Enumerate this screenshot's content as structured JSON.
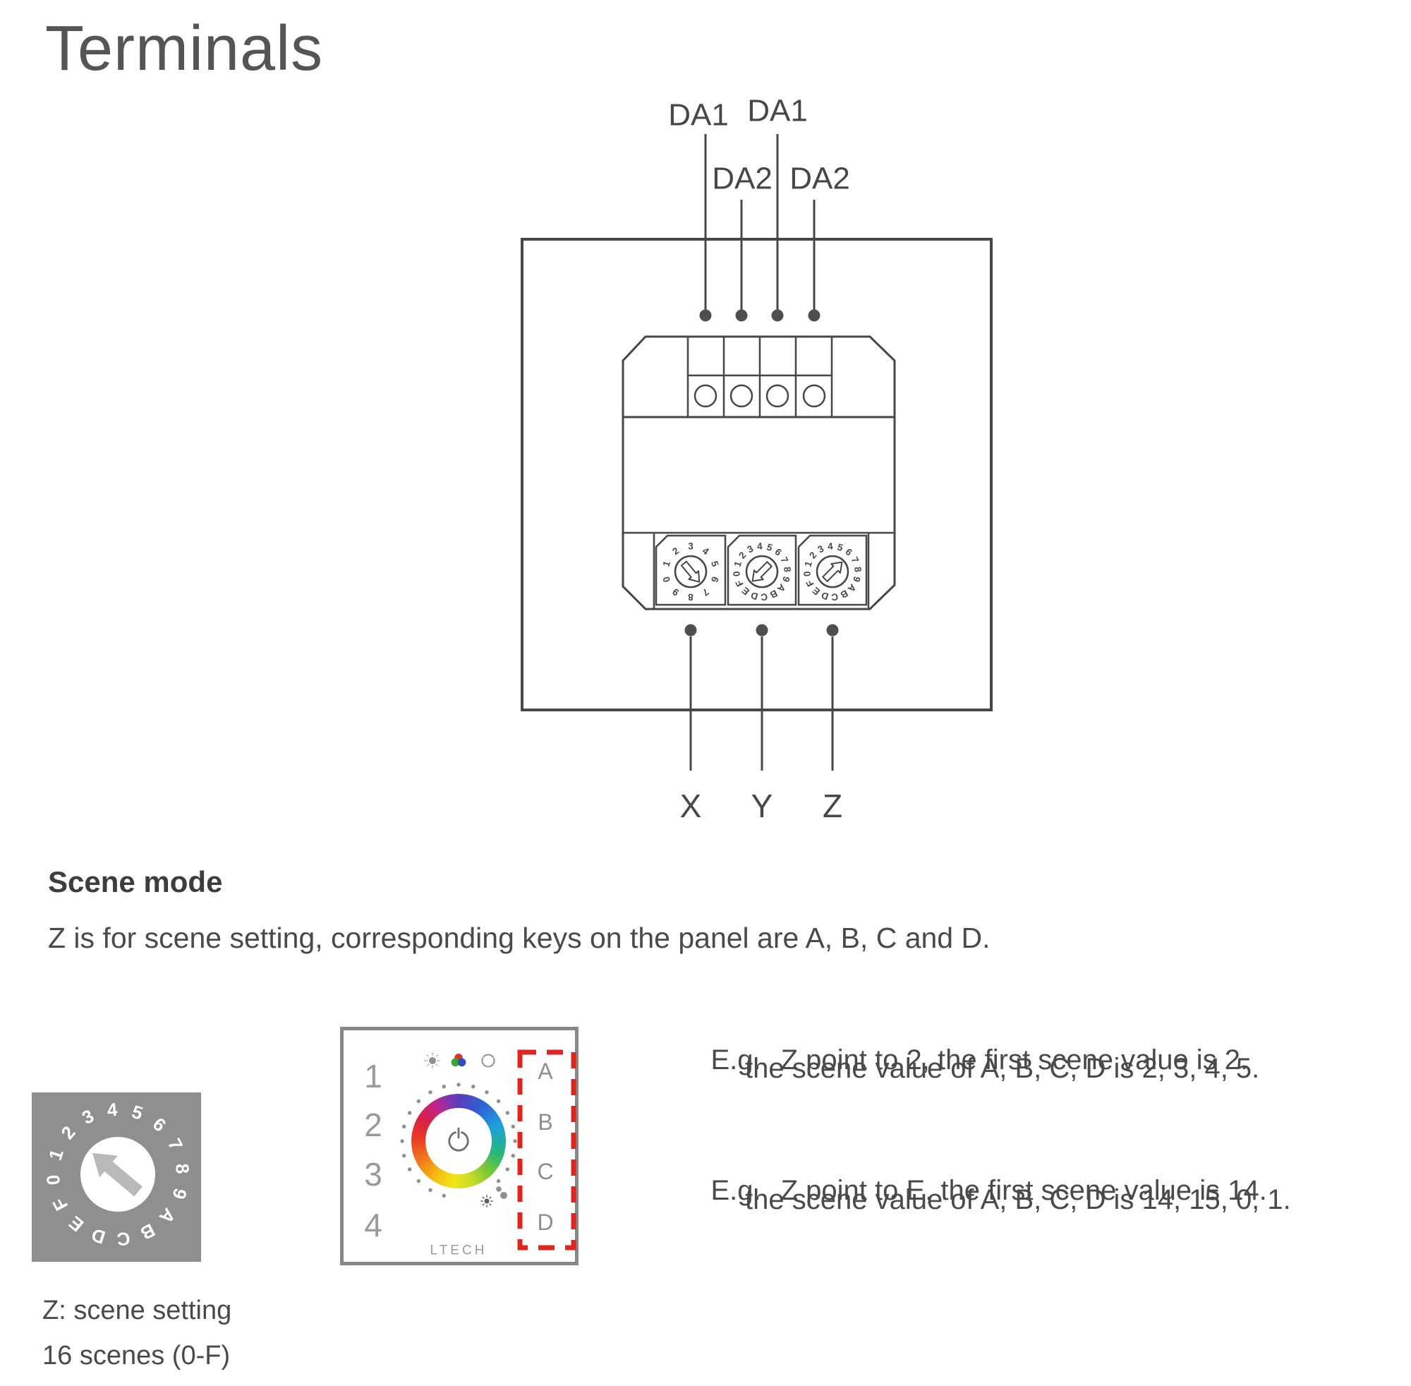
{
  "title": "Terminals",
  "diagram": {
    "top_labels": [
      "DA1",
      "DA1",
      "DA2",
      "DA2"
    ],
    "bottom_labels": [
      "X",
      "Y",
      "Z"
    ]
  },
  "dials": {
    "x": {
      "chars": "0123456789",
      "start_deg": -108,
      "step_deg": 36,
      "pointer_deg": 140
    },
    "y": {
      "chars": "0123456789ABCDEF",
      "start_deg": -95,
      "step_deg": 22.5,
      "pointer_deg": 225
    },
    "z": {
      "chars": "0123456789ABCDEF",
      "start_deg": -95,
      "step_deg": 22.5,
      "pointer_deg": 45
    },
    "scene": {
      "chars": "0123456789ABCDEF",
      "start_deg": -95,
      "step_deg": 22.5,
      "pointer_deg": -50,
      "pointing_at": "2"
    }
  },
  "scene_mode": {
    "heading": "Scene mode",
    "description": "Z is for scene setting, corresponding keys on the panel are A, B, C and D."
  },
  "examples": [
    {
      "prefix": "E.g.",
      "line1": "Z point to 2, the first scene value is 2.",
      "line2": "the scene value of A, B, C, D is 2, 3, 4, 5."
    },
    {
      "prefix": "E.g.",
      "line1": "Z point to E, the first scene value is 14.",
      "line2": "the scene value of A, B, C, D is 14, 15, 0, 1."
    }
  ],
  "selector_caption": {
    "line1": "Z: scene setting",
    "line2": "16 scenes (0-F)"
  },
  "panel": {
    "group_keys": [
      "1",
      "2",
      "3",
      "4"
    ],
    "scene_keys": [
      "A",
      "B",
      "C",
      "D"
    ],
    "brand": "LTECH",
    "icons": [
      "brightness-icon",
      "rgb-color-icon",
      "color-cycle-icon",
      "dim-level-icon",
      "power-icon"
    ]
  },
  "colors": {
    "accent_red": "#e0251f",
    "line_gray": "#474747",
    "selector_gray": "#8f8f8f"
  }
}
